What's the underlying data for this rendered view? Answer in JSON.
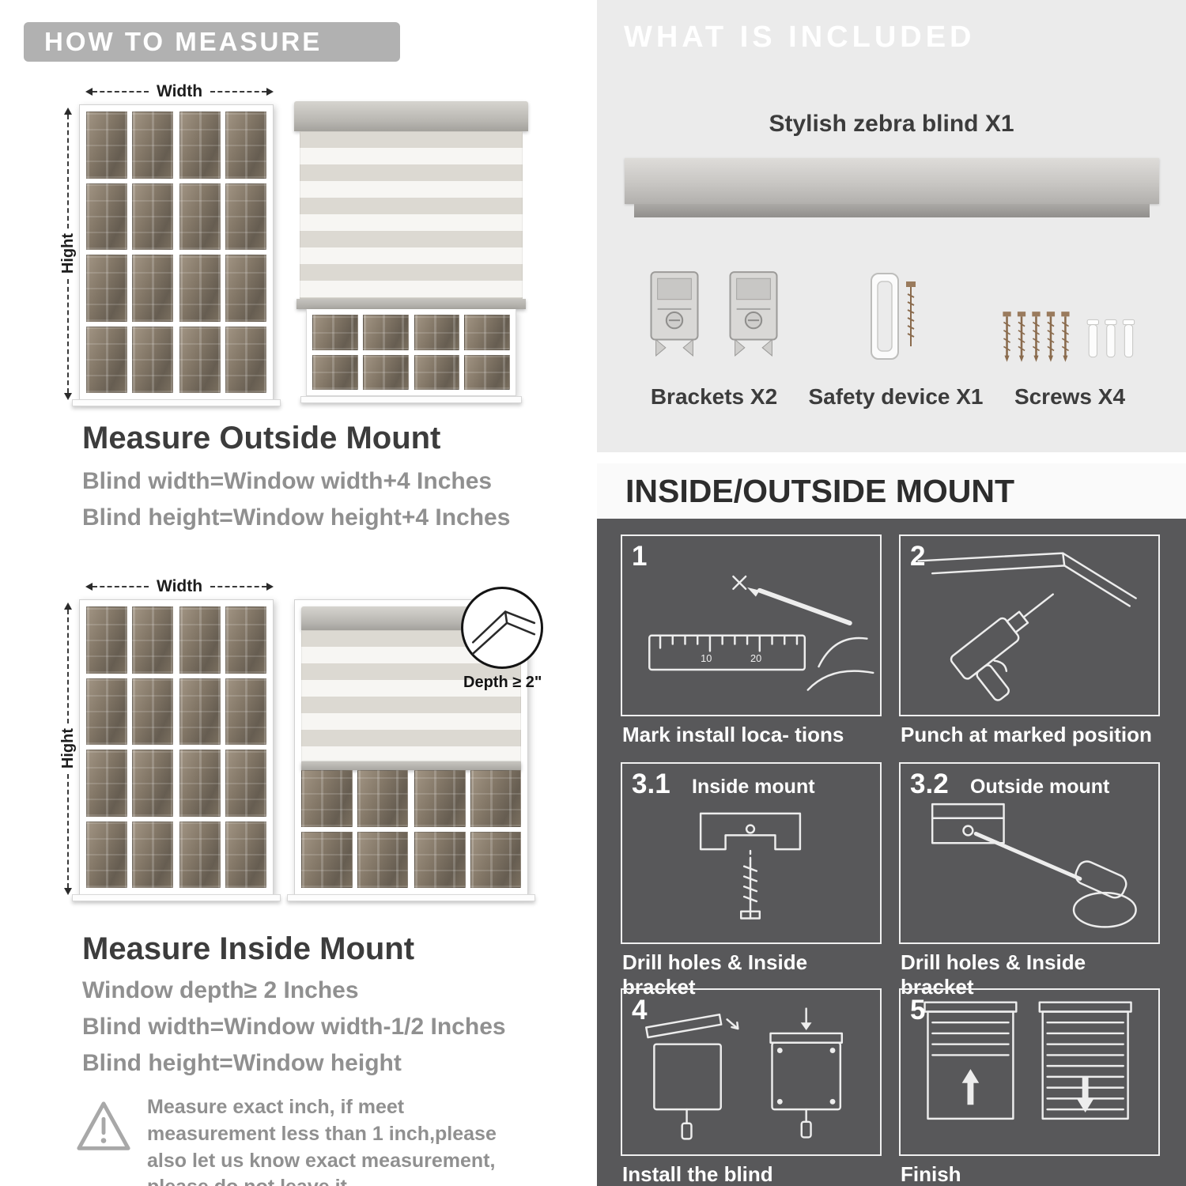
{
  "colors": {
    "header_pill": "#b1b1b1",
    "panel_light": "#ebebeb",
    "panel_dark": "#58585a",
    "text_dark": "#3c3c3c",
    "text_gray": "#909090"
  },
  "icons": {
    "warning": "exclamation-triangle",
    "width_arrow": "double-headed-dashed-arrow",
    "height_arrow": "double-headed-dashed-arrow",
    "depth_callout": "magnifier-circle"
  },
  "measure": {
    "header": "HOW TO MEASURE",
    "outside": {
      "width_label": "Width",
      "height_label": "Hight",
      "title": "Measure Outside Mount",
      "rule1": "Blind width=Window width+4 Inches",
      "rule2": "Blind height=Window height+4 Inches"
    },
    "inside": {
      "width_label": "Width",
      "height_label": "Hight",
      "depth_callout": "Depth ≥ 2\"",
      "title": "Measure Inside Mount",
      "rule1": "Window depth≥ 2 Inches",
      "rule2": "Blind width=Window width-1/2 Inches",
      "rule3": "Blind height=Window height"
    },
    "warning_note": "Measure exact inch, if meet measurement less than 1 inch,please also let us know exact measurement, please do not leave it"
  },
  "included": {
    "header": "WHAT IS INCLUDED",
    "blind_label": "Stylish zebra blind X1",
    "items": [
      {
        "label": "Brackets X2"
      },
      {
        "label": "Safety device X1"
      },
      {
        "label": "Screws X4"
      }
    ]
  },
  "mount": {
    "header": "INSIDE/OUTSIDE MOUNT",
    "steps": [
      {
        "num": "1",
        "caption": "Mark install loca- tions"
      },
      {
        "num": "2",
        "caption": "Punch at  marked position"
      },
      {
        "num": "3.1",
        "label": "Inside mount",
        "caption": "Drill holes &  Inside bracket"
      },
      {
        "num": "3.2",
        "label": "Outside mount",
        "caption": "Drill holes &  Inside bracket"
      },
      {
        "num": "4",
        "caption": "Install the blind"
      },
      {
        "num": "5",
        "caption": "Finish"
      }
    ]
  }
}
